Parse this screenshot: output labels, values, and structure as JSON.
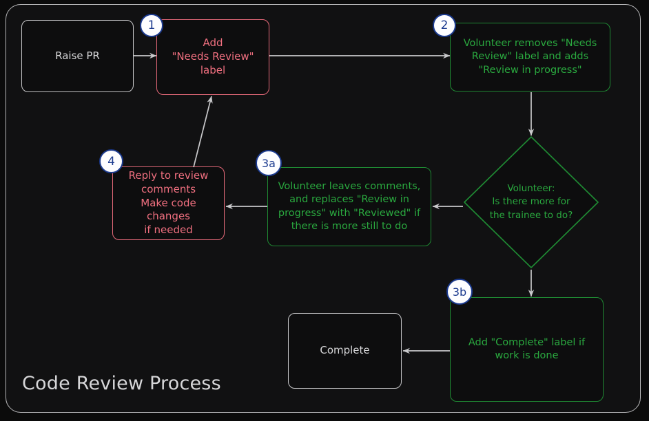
{
  "diagram": {
    "title": "Code Review Process",
    "type": "flowchart",
    "theme": {
      "background": "#0b0b0b",
      "frame_background": "#111112",
      "frame_border": "#b9b9bb",
      "neutral_stroke": "#c8c8ca",
      "neutral_text": "#d8d8da",
      "red_stroke": "#e76a7a",
      "red_text": "#ef6f7f",
      "green_stroke": "#1f8a33",
      "green_text": "#2aa93f",
      "badge_fill": "#fdfdff",
      "badge_border": "#1b3a8f",
      "badge_text": "#1b3a8f",
      "edge_color": "#c9c9cb"
    },
    "nodes": [
      {
        "id": "raise-pr",
        "label": "Raise PR",
        "shape": "rounded-rect",
        "style": "neutral",
        "badge": null
      },
      {
        "id": "add-needs-review",
        "label": "Add\n\"Needs Review\"\nlabel",
        "shape": "rounded-rect",
        "style": "red",
        "badge": "1"
      },
      {
        "id": "volunteer-removes",
        "label": "Volunteer removes \"Needs\nReview\" label and adds\n\"Review in progress\"",
        "shape": "rounded-rect",
        "style": "green",
        "badge": "2"
      },
      {
        "id": "volunteer-decision",
        "label": "Volunteer:\nIs there more for\nthe trainee to do?",
        "shape": "diamond",
        "style": "green",
        "badge": null
      },
      {
        "id": "volunteer-leaves-comments",
        "label": "Volunteer leaves comments,\nand replaces \"Review in\nprogress\" with \"Reviewed\" if\nthere is more still to do",
        "shape": "rounded-rect",
        "style": "green",
        "badge": "3a"
      },
      {
        "id": "reply-to-review",
        "label": "Reply to review\ncomments\nMake code changes\nif needed",
        "shape": "rounded-rect",
        "style": "red",
        "badge": "4"
      },
      {
        "id": "add-complete-label",
        "label": "Add \"Complete\" label if\nwork is done",
        "shape": "rounded-rect",
        "style": "green",
        "badge": "3b"
      },
      {
        "id": "complete",
        "label": "Complete",
        "shape": "rounded-rect",
        "style": "neutral",
        "badge": null
      }
    ],
    "edges": [
      {
        "from": "raise-pr",
        "to": "add-needs-review",
        "label": ""
      },
      {
        "from": "add-needs-review",
        "to": "volunteer-removes",
        "label": ""
      },
      {
        "from": "volunteer-removes",
        "to": "volunteer-decision",
        "label": ""
      },
      {
        "from": "volunteer-decision",
        "to": "volunteer-leaves-comments",
        "label": ""
      },
      {
        "from": "volunteer-decision",
        "to": "add-complete-label",
        "label": ""
      },
      {
        "from": "volunteer-leaves-comments",
        "to": "reply-to-review",
        "label": ""
      },
      {
        "from": "reply-to-review",
        "to": "add-needs-review",
        "label": ""
      },
      {
        "from": "add-complete-label",
        "to": "complete",
        "label": ""
      }
    ],
    "badges": [
      "1",
      "2",
      "3a",
      "3b",
      "4"
    ]
  }
}
